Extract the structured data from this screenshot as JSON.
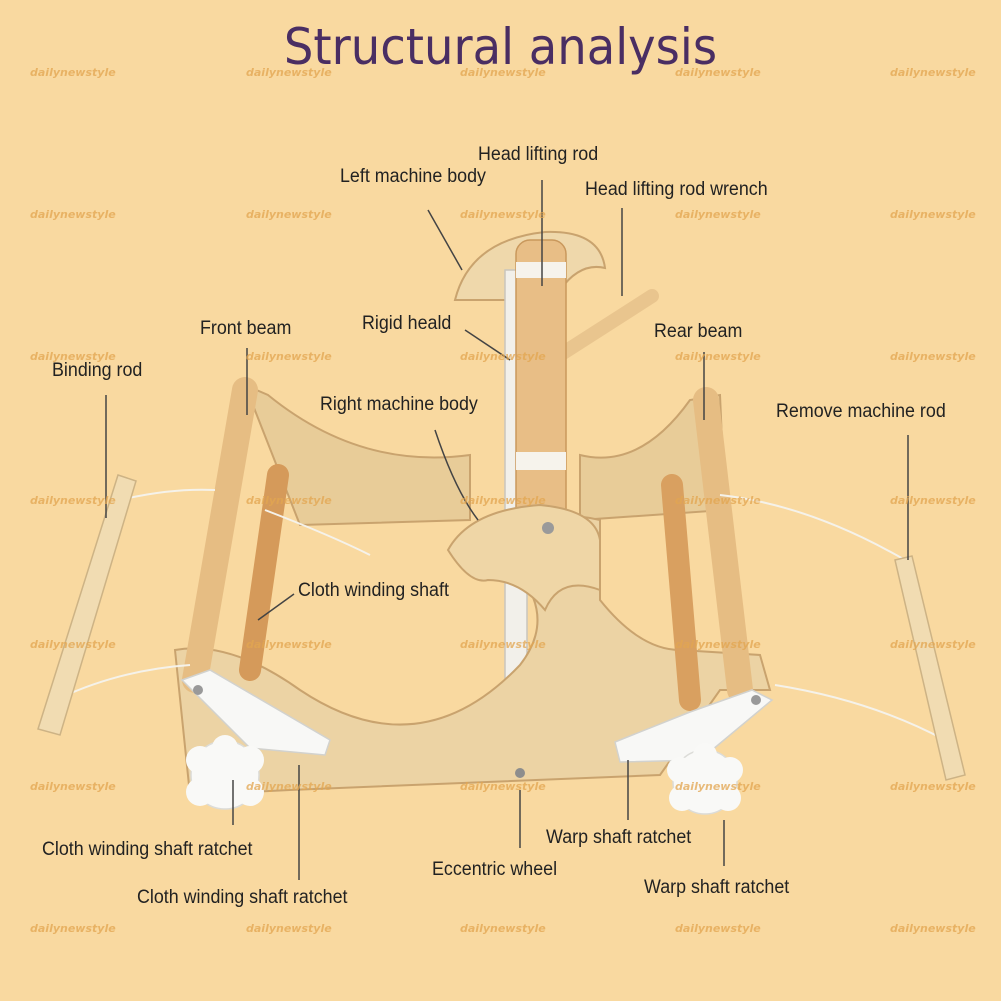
{
  "title": "Structural analysis",
  "labels": {
    "head_lifting_rod": "Head lifting rod",
    "left_machine_body": "Left machine body",
    "head_lifting_rod_wrench": "Head lifting rod wrench",
    "front_beam": "Front beam",
    "rigid_heald": "Rigid heald",
    "rear_beam": "Rear beam",
    "binding_rod": "Binding rod",
    "right_machine_body": "Right machine body",
    "remove_machine_rod": "Remove machine rod",
    "cloth_winding_shaft": "Cloth winding shaft",
    "cloth_winding_shaft_ratchet_1": "Cloth winding shaft ratchet",
    "cloth_winding_shaft_ratchet_2": "Cloth winding shaft ratchet",
    "warp_shaft_ratchet_1": "Warp shaft ratchet",
    "warp_shaft_ratchet_2": "Warp shaft ratchet",
    "eccentric_wheel": "Eccentric wheel"
  },
  "watermark": "dailynewstyle",
  "colors": {
    "background": "#f9d9a0",
    "title": "#4a2e63",
    "plywood": "#ecd3a4",
    "rod": "#e3b578",
    "plastic": "#f8f8f6"
  }
}
